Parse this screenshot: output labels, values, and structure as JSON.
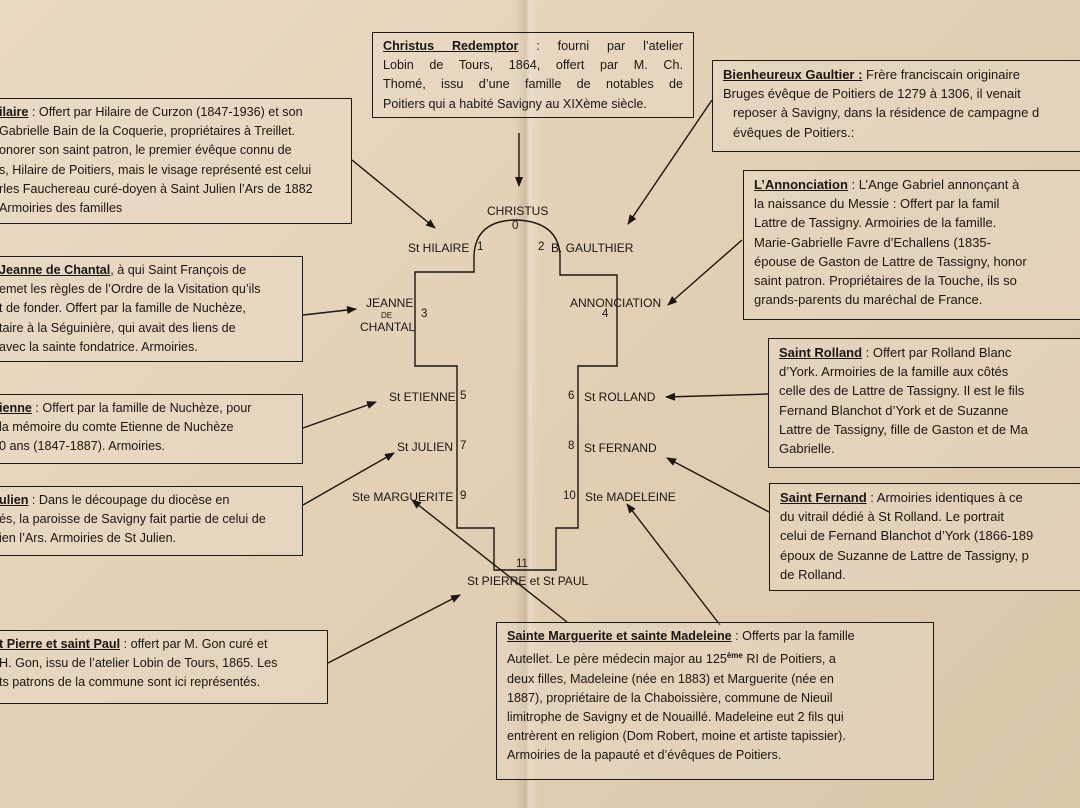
{
  "church": {
    "labels": {
      "christus": "CHRISTUS",
      "hilaire": "St HILAIRE",
      "gaulthier": "B. GAULTHIER",
      "jeanne": "JEANNE",
      "de": "DE",
      "chantal": "CHANTAL",
      "annonciation": "ANNONCIATION",
      "etienne": "St ETIENNE",
      "rolland": "St ROLLAND",
      "julien": "St JULIEN",
      "fernand": "St FERNAND",
      "marguerite": "Ste MARGUERITE",
      "madeleine": "Ste MADELEINE",
      "pierre": "St PIERRE et St PAUL"
    },
    "numbers": [
      "0",
      "1",
      "2",
      "3",
      "4",
      "5",
      "6",
      "7",
      "8",
      "9",
      "10",
      "11"
    ]
  },
  "boxes": {
    "christus": {
      "title": "Christus Redemptor",
      "lines": [
        " : fourni par l’atelier",
        "Lobin de Tours, 1864, offert par M. Ch.",
        "Thomé, issu d’une famille de notables de",
        "Poitiers qui a habité Savigny au XIXème siècle."
      ]
    },
    "gaultier": {
      "title": "Bienheureux Gaultier :",
      "lines": [
        " Frère franciscain originaire",
        "Bruges évêque de Poitiers de 1279 à 1306, il venait",
        "reposer à Savigny, dans la résidence de campagne d",
        "évêques de Poitiers.:"
      ]
    },
    "hilaire": {
      "title": "ilaire",
      "lines": [
        " : Offert par Hilaire de Curzon (1847-1936) et son",
        " Gabrielle Bain de la Coquerie, propriétaires à Treillet.",
        "onorer son saint patron, le premier évêque connu de",
        "s, Hilaire de Poitiers, mais le visage représenté est celui",
        "rles Fauchereau curé-doyen à Saint Julien l’Ars de 1882",
        "Armoiries des familles"
      ]
    },
    "annonciation": {
      "title": "L’Annonciation",
      "lines": [
        " : L’Ange Gabriel annonçant à",
        "la naissance du Messie : Offert par la famil",
        "Lattre de Tassigny. Armoiries de la famille.",
        "Marie-Gabrielle Favre d’Echallens (1835-",
        "épouse de Gaston de Lattre de Tassigny, honor",
        "saint patron. Propriétaires de la Touche, ils so",
        "grands-parents du maréchal de France."
      ]
    },
    "chantal": {
      "title": "Jeanne de Chantal",
      "lines": [
        ", à qui Saint François de",
        "emet les règles de l’Ordre de la Visitation qu’ils",
        "t de fonder. Offert par la famille de Nuchèze,",
        "taire à la Séguinière, qui avait des liens de",
        " avec la sainte fondatrice. Armoiries."
      ]
    },
    "rolland": {
      "title": "Saint Rolland",
      "lines": [
        " : Offert par Rolland Blanc",
        "d’York. Armoiries de la famille aux côtés",
        "celle des de Lattre de Tassigny. Il est le fils",
        "Fernand Blanchot d’York et de Suzanne",
        "Lattre de Tassigny, fille de Gaston et de Ma",
        "Gabrielle."
      ]
    },
    "etienne": {
      "title": "ienne",
      "lines": [
        " : Offert par la famille de Nuchèze, pour",
        " la mémoire du comte Etienne de Nuchèze",
        "0 ans (1847-1887). Armoiries."
      ]
    },
    "fernand": {
      "title": "Saint Fernand",
      "lines": [
        " : Armoiries identiques à ce",
        "du vitrail dédié à St Rolland. Le portrait",
        "celui de Fernand Blanchot d’York (1866-189",
        "époux de Suzanne de Lattre de Tassigny, p",
        "de Rolland."
      ]
    },
    "julien": {
      "title": "ulien",
      "lines": [
        " : Dans le découpage du diocèse en",
        "és, la paroisse de Savigny fait partie de celui de",
        "ien l’Ars. Armoiries de St Julien."
      ]
    },
    "pierre": {
      "title": "t Pierre et saint Paul",
      "lines": [
        " : offert par M. Gon curé et",
        "H. Gon, issu de l’atelier Lobin de Tours, 1865. Les",
        "ts patrons de la commune sont ici représentés."
      ]
    },
    "marguerite": {
      "title": "Sainte Marguerite et sainte Madeleine",
      "sup": "ème",
      "lines": [
        " : Offerts par la famille",
        "Autellet. Le père médecin major au 125",
        " RI de Poitiers, a",
        "deux filles, Madeleine (née en 1883) et Marguerite (née en",
        "1887), propriétaire de la Chaboissière, commune de Nieuil",
        "limitrophe de Savigny et de Nouaillé. Madeleine eut 2 fils qui",
        "entrèrent en religion (Dom Robert, moine et artiste tapissier).",
        "Armoiries de la papauté et d’évêques de Poitiers."
      ]
    }
  }
}
